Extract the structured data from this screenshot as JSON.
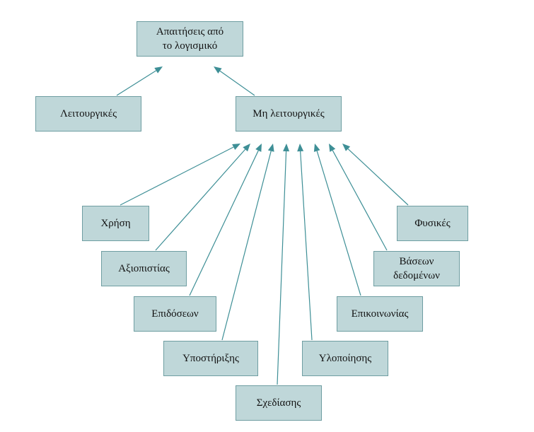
{
  "diagram": {
    "colors": {
      "node_fill": "#bfd7d9",
      "node_border": "#6f9ea2",
      "arrow": "#3e8f96",
      "text": "#111111"
    },
    "nodes": [
      {
        "id": "root",
        "label": "Απαιτήσεις από\nτο λογισμικό"
      },
      {
        "id": "functional",
        "label": "Λειτουργικές"
      },
      {
        "id": "nonfunctional",
        "label": "Μη λειτουργικές"
      },
      {
        "id": "usage",
        "label": "Χρήση"
      },
      {
        "id": "reliability",
        "label": "Αξιοπιστίας"
      },
      {
        "id": "performance",
        "label": "Επιδόσεων"
      },
      {
        "id": "support",
        "label": "Υποστήριξης"
      },
      {
        "id": "design",
        "label": "Σχεδίασης"
      },
      {
        "id": "implementation",
        "label": "Υλοποίησης"
      },
      {
        "id": "communication",
        "label": "Επικοινωνίας"
      },
      {
        "id": "databases",
        "label": "Βάσεων\nδεδομένων"
      },
      {
        "id": "physical",
        "label": "Φυσικές"
      }
    ],
    "edges": [
      {
        "from": "functional",
        "to": "root"
      },
      {
        "from": "nonfunctional",
        "to": "root"
      },
      {
        "from": "usage",
        "to": "nonfunctional"
      },
      {
        "from": "reliability",
        "to": "nonfunctional"
      },
      {
        "from": "performance",
        "to": "nonfunctional"
      },
      {
        "from": "support",
        "to": "nonfunctional"
      },
      {
        "from": "design",
        "to": "nonfunctional"
      },
      {
        "from": "implementation",
        "to": "nonfunctional"
      },
      {
        "from": "communication",
        "to": "nonfunctional"
      },
      {
        "from": "databases",
        "to": "nonfunctional"
      },
      {
        "from": "physical",
        "to": "nonfunctional"
      }
    ]
  }
}
